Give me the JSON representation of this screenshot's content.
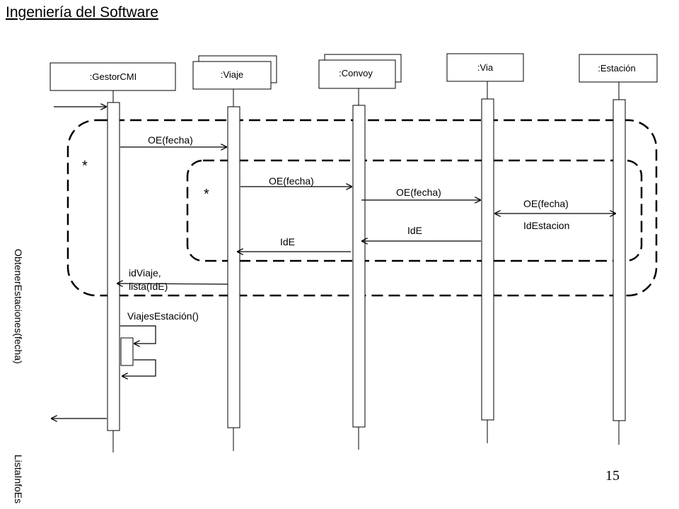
{
  "title": "Ingeniería del Software",
  "page_number": "15",
  "side_labels": {
    "first": "ObtenerEstaciones(fecha)",
    "second": "ListaInfoEs"
  },
  "lifelines": {
    "gestor": ":GestorCMI",
    "viaje": ":Viaje",
    "convoy": ":Convoy",
    "via": ":Via",
    "estacion": ":Estación"
  },
  "loops": {
    "outer_marker": "*",
    "inner_marker": "*"
  },
  "messages": {
    "m1": "OE(fecha)",
    "m2": "OE(fecha)",
    "m3": "OE(fecha)",
    "m4": "OE(fecha)",
    "r_estacion": "IdEstacion",
    "r_via": "IdE",
    "r_convoy": "IdE",
    "r_viaje_line1": "idViaje,",
    "r_viaje_line2": "lista(IdE)",
    "self_call": "ViajesEstación()"
  }
}
